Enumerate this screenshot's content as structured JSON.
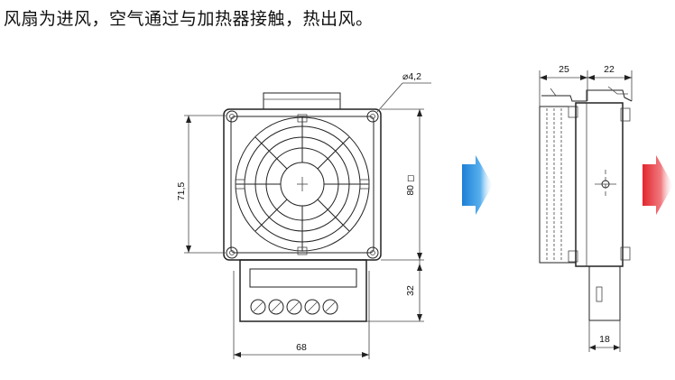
{
  "caption": "风扇为进风，空气通过与加热器接触，热出风。",
  "dimensions": {
    "hole_diameter": "⌀4,2",
    "height_inner": "71,5",
    "height_outer": "80 ◻",
    "terminal_height": "32",
    "width_bottom": "68",
    "side_depth_left": "25",
    "side_depth_right": "22",
    "side_bottom_width": "18"
  },
  "colors": {
    "inlet_arrow": "#2a8fd8",
    "outlet_arrow": "#e8323c"
  },
  "icons": {
    "inlet": "arrow-right-icon",
    "outlet": "arrow-right-icon"
  }
}
